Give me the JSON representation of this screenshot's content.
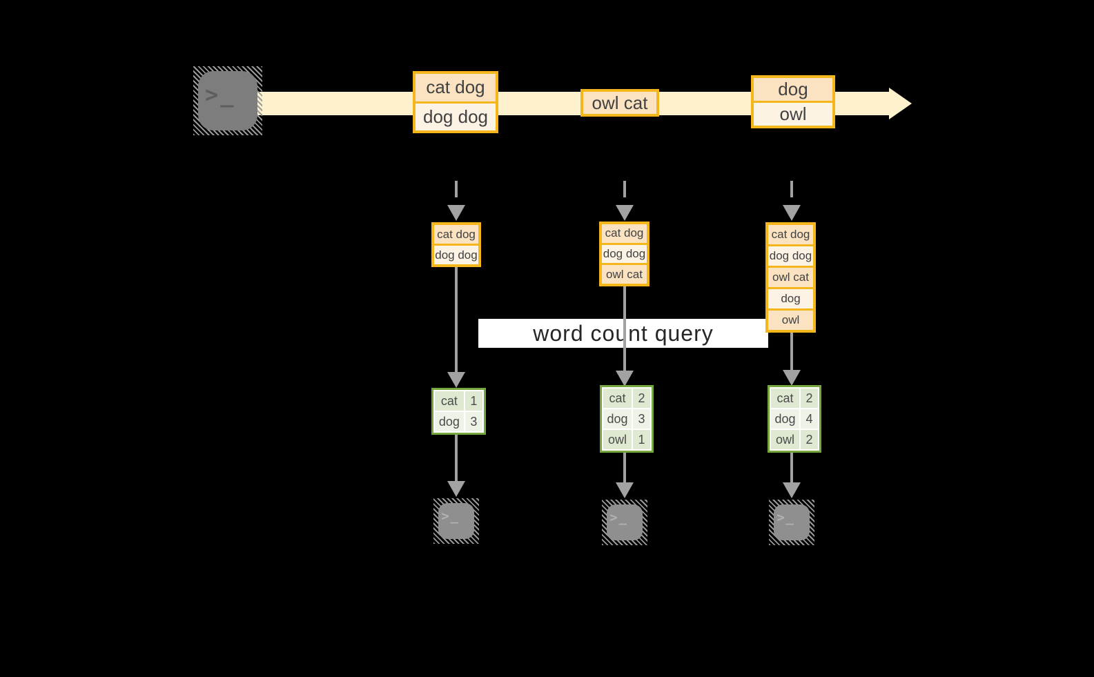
{
  "query_band": {
    "label": "word count query"
  },
  "icons": {
    "terminal_glyph": ">_"
  },
  "stream": {
    "batches": [
      {
        "items": [
          "cat dog",
          "dog dog"
        ]
      },
      {
        "items": [
          "owl cat"
        ]
      },
      {
        "items": [
          "dog",
          "owl"
        ]
      }
    ]
  },
  "state": {
    "micro_batches": [
      {
        "rows": [
          "cat dog",
          "dog dog"
        ]
      },
      {
        "rows": [
          "cat dog",
          "dog dog",
          "owl cat"
        ]
      },
      {
        "rows": [
          "cat dog",
          "dog dog",
          "owl cat",
          "dog",
          "owl"
        ]
      }
    ]
  },
  "results": {
    "tables": [
      {
        "rows": [
          [
            "cat",
            "1"
          ],
          [
            "dog",
            "3"
          ]
        ]
      },
      {
        "rows": [
          [
            "cat",
            "2"
          ],
          [
            "dog",
            "3"
          ],
          [
            "owl",
            "1"
          ]
        ]
      },
      {
        "rows": [
          [
            "cat",
            "2"
          ],
          [
            "dog",
            "4"
          ],
          [
            "owl",
            "2"
          ]
        ]
      }
    ]
  },
  "colors": {
    "background": "#000000",
    "stream_band": "#fdf2cd",
    "record_border": "#f5b61b",
    "record_fill_dark": "#fbe3c2",
    "record_fill_light": "#fdf3e4",
    "table_border": "#74a83e",
    "table_fill_dark": "#dfe9d2",
    "table_fill_light": "#eef3e8",
    "arrow_gray": "#a2a2a2",
    "query_band_bg": "#ffffff",
    "text": "#414141"
  }
}
